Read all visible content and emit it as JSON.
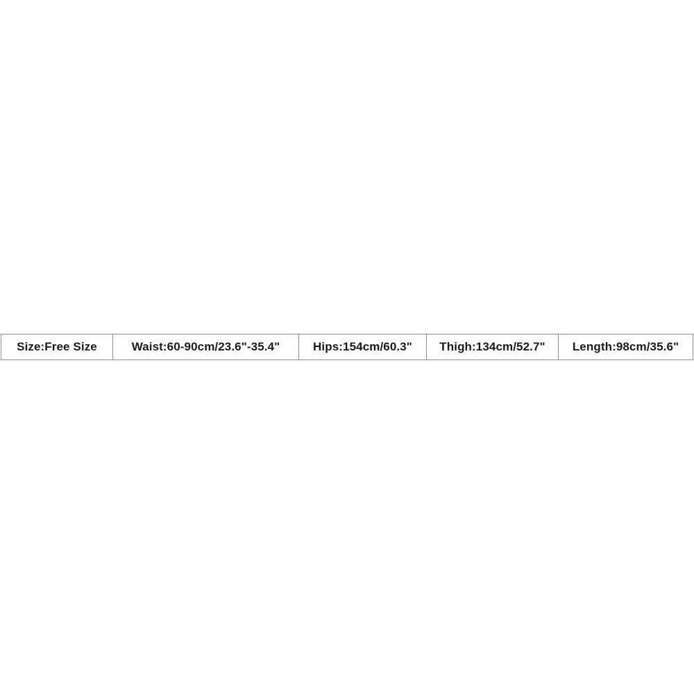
{
  "page": {
    "kind": "product-size-chart-image",
    "background_color": "#ffffff",
    "border_color": "#8f8f8f",
    "text_color": "#1b1b1b"
  },
  "size_chart": {
    "cells": [
      {
        "name": "size",
        "text": "Size:Free Size"
      },
      {
        "name": "waist",
        "text": "Waist:60-90cm/23.6\"-35.4\""
      },
      {
        "name": "hips",
        "text": "Hips:154cm/60.3\""
      },
      {
        "name": "thigh",
        "text": "Thigh:134cm/52.7\""
      },
      {
        "name": "length",
        "text": "Length:98cm/35.6\""
      }
    ]
  }
}
